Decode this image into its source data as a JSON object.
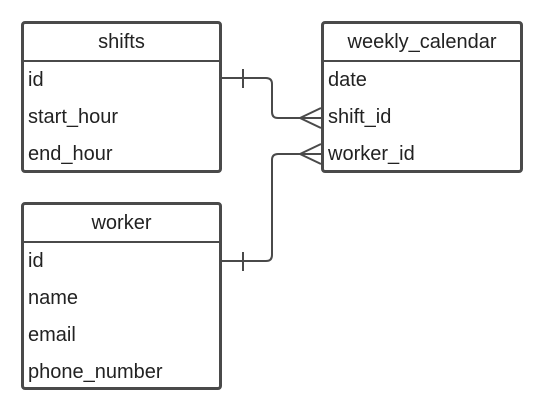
{
  "entities": {
    "shifts": {
      "title": "shifts",
      "fields": [
        "id",
        "start_hour",
        "end_hour"
      ]
    },
    "weekly_calendar": {
      "title": "weekly_calendar",
      "fields": [
        "date",
        "shift_id",
        "worker_id"
      ]
    },
    "worker": {
      "title": "worker",
      "fields": [
        "id",
        "name",
        "email",
        "phone_number"
      ]
    }
  },
  "relationships": [
    {
      "from": "shifts.id",
      "to": "weekly_calendar.shift_id",
      "cardinality": "one-to-many"
    },
    {
      "from": "worker.id",
      "to": "weekly_calendar.worker_id",
      "cardinality": "one-to-many"
    }
  ],
  "colors": {
    "border": "#4a4a4a",
    "text": "#222222",
    "background": "#ffffff"
  }
}
